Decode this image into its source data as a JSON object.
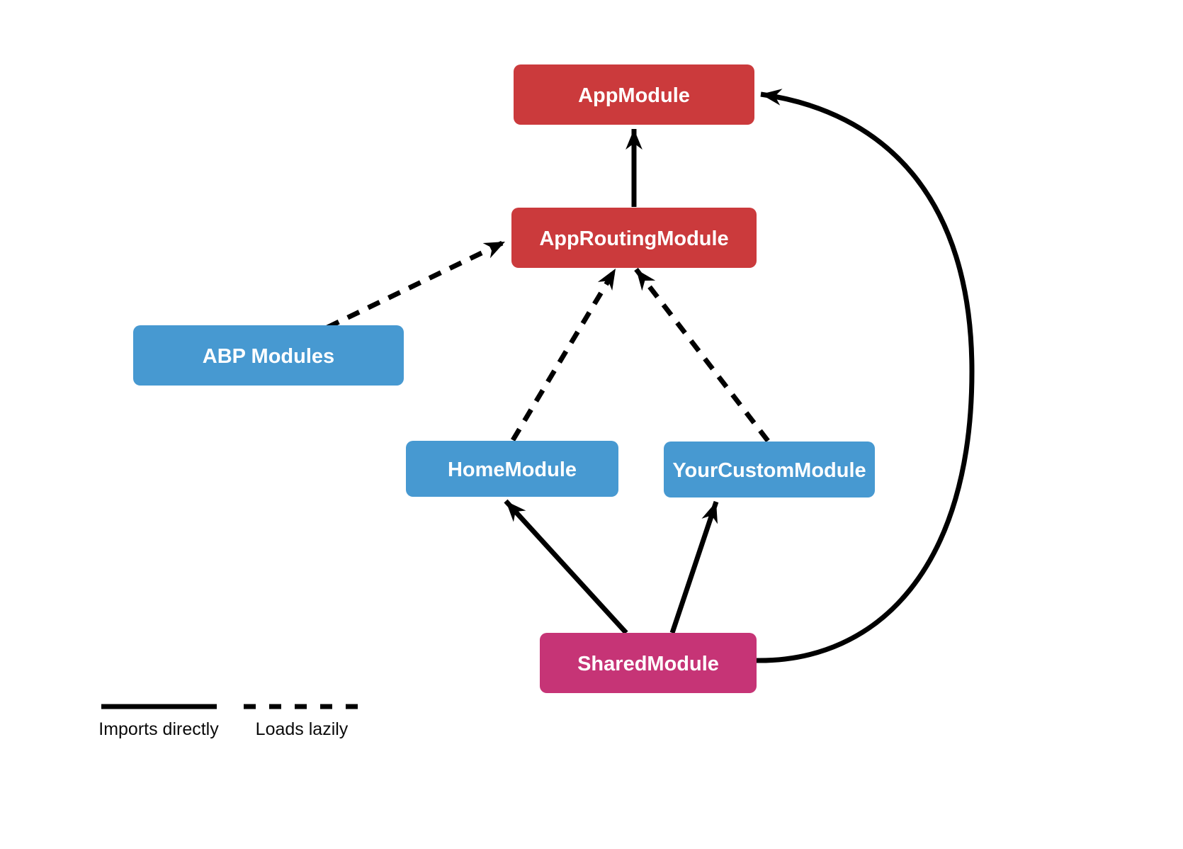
{
  "diagram": {
    "background": "#ffffff",
    "line_color": "#000000",
    "nodes": [
      {
        "id": "app-module",
        "label": "AppModule",
        "color": "#cb3a3c",
        "text_color": "#ffffff"
      },
      {
        "id": "app-routing-module",
        "label": "AppRoutingModule",
        "color": "#cb3a3c",
        "text_color": "#ffffff"
      },
      {
        "id": "abp-modules",
        "label": "ABP Modules",
        "color": "#4799d1",
        "text_color": "#ffffff"
      },
      {
        "id": "home-module",
        "label": "HomeModule",
        "color": "#4799d1",
        "text_color": "#ffffff"
      },
      {
        "id": "your-custom-module",
        "label": "YourCustomModule",
        "color": "#4799d1",
        "text_color": "#ffffff"
      },
      {
        "id": "shared-module",
        "label": "SharedModule",
        "color": "#c63476",
        "text_color": "#ffffff"
      }
    ],
    "edges": [
      {
        "from": "AppRoutingModule",
        "to": "AppModule",
        "style": "solid"
      },
      {
        "from": "ABP Modules",
        "to": "AppRoutingModule",
        "style": "dashed"
      },
      {
        "from": "HomeModule",
        "to": "AppRoutingModule",
        "style": "dashed"
      },
      {
        "from": "YourCustomModule",
        "to": "AppRoutingModule",
        "style": "dashed"
      },
      {
        "from": "SharedModule",
        "to": "HomeModule",
        "style": "solid"
      },
      {
        "from": "SharedModule",
        "to": "YourCustomModule",
        "style": "solid"
      },
      {
        "from": "SharedModule",
        "to": "AppModule",
        "style": "solid"
      }
    ],
    "legend": {
      "solid_label": "Imports directly",
      "dashed_label": "Loads lazily"
    }
  }
}
